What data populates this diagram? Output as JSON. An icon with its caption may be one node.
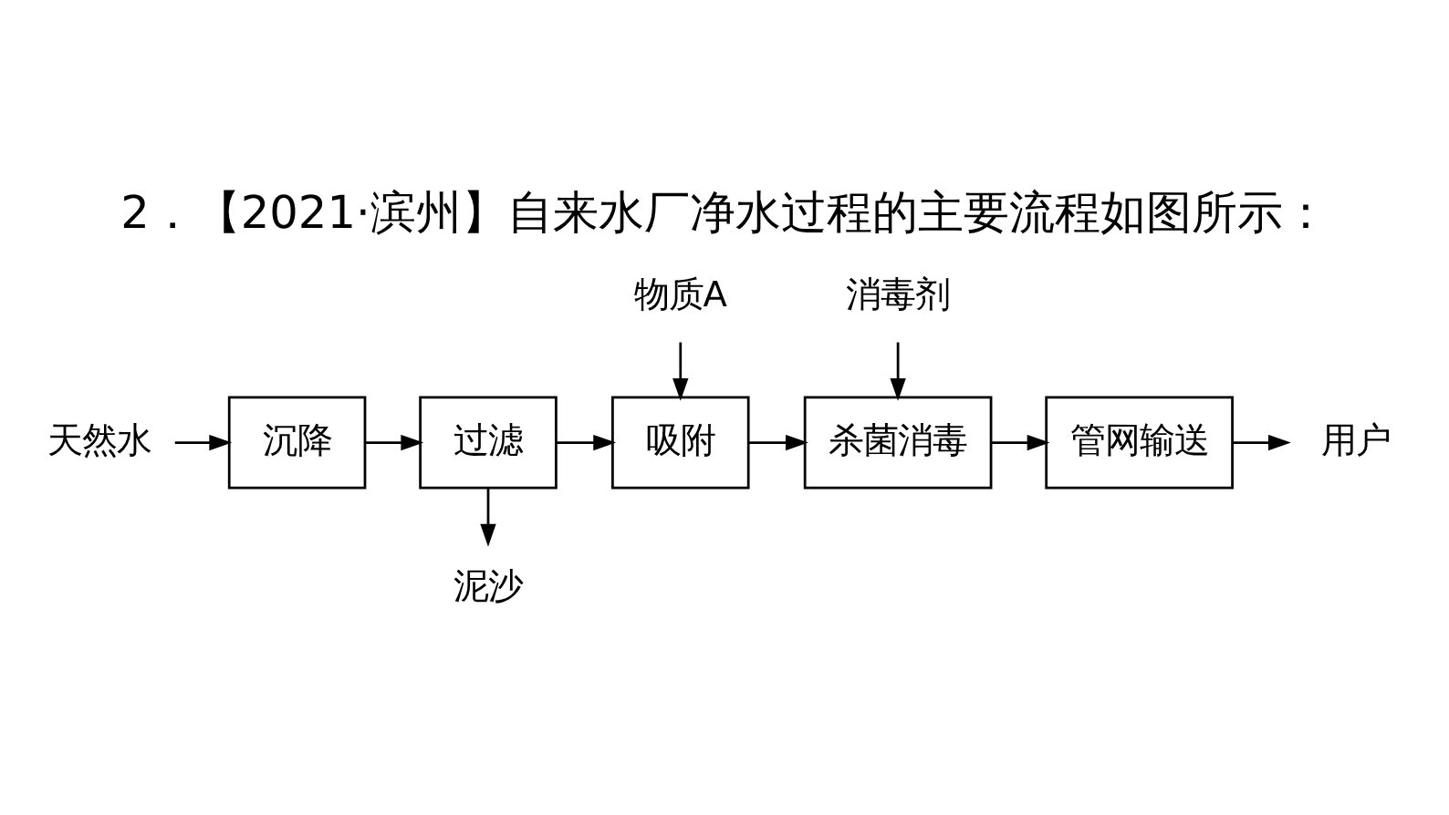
{
  "diagram": {
    "title": "2．【2021·滨州】自来水厂净水过程的主要流程如图所示：",
    "nodes": [
      {
        "text": [
          "天然水"
        ]
      },
      {
        "text": [
          "沉降"
        ]
      },
      {
        "text": [
          "过滤"
        ]
      },
      {
        "text": [
          "泥沙"
        ]
      },
      {
        "text": [
          "物质A"
        ]
      },
      {
        "text": [
          "吸附"
        ]
      },
      {
        "text": [
          "消毒剂"
        ]
      },
      {
        "text": [
          "杀菌消毒"
        ]
      },
      {
        "text": [
          "管网输送"
        ]
      },
      {
        "text": [
          "用户"
        ]
      }
    ],
    "edges": [
      {
        "from": 0,
        "to": 1,
        "arrow": "to"
      },
      {
        "from": 1,
        "to": 2,
        "arrow": "to"
      },
      {
        "from": 2,
        "to": 3,
        "arrow": "to"
      },
      {
        "from": 2,
        "to": 5,
        "arrow": "to"
      },
      {
        "from": 4,
        "to": 5,
        "arrow": "to"
      },
      {
        "from": 5,
        "to": 7,
        "arrow": "to"
      },
      {
        "from": 6,
        "to": 7,
        "arrow": "to"
      },
      {
        "from": 7,
        "to": 8,
        "arrow": "to"
      },
      {
        "from": 8,
        "to": 9,
        "arrow": "to"
      }
    ]
  }
}
